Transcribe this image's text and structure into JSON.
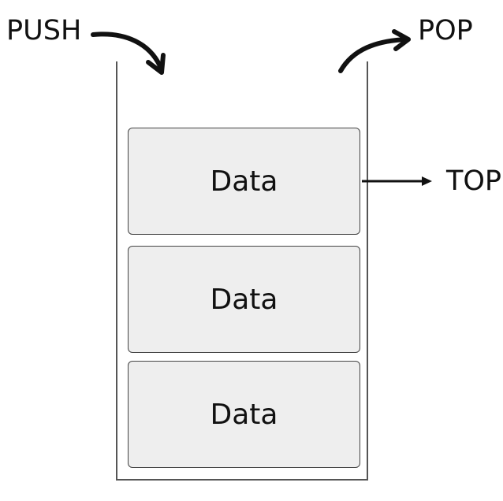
{
  "labels": {
    "push": "PUSH",
    "pop": "POP",
    "top": "TOP"
  },
  "stack": {
    "items": [
      {
        "label": "Data"
      },
      {
        "label": "Data"
      },
      {
        "label": "Data"
      }
    ]
  },
  "colors": {
    "box_fill": "#eeeeee",
    "box_border": "#444444",
    "container_border": "#555555",
    "arrow": "#111111",
    "text": "#111111"
  }
}
